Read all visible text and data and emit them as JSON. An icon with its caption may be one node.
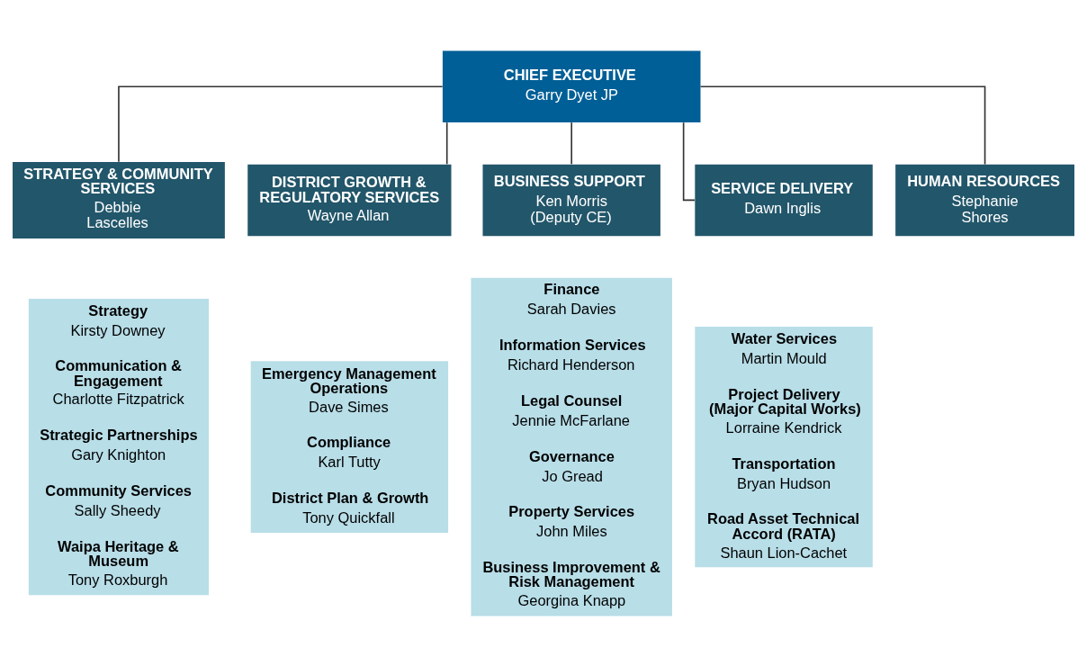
{
  "diagram": {
    "nodes": [
      {
        "text": [
          "CHIEF EXECUTIVE",
          "Garry Dyet JP"
        ]
      },
      {
        "text": [
          "STRATEGY & COMMUNITY SERVICES",
          "Debbie Lascelles"
        ]
      },
      {
        "text": [
          "Strategy",
          "Kirsty Downey",
          "Communication & Engagement",
          "Charlotte Fitzpatrick",
          "Strategic Partnerships",
          "Gary Knighton",
          "Community Services",
          "Sally Sheedy",
          "Waipa Heritage & Museum",
          "Tony Roxburgh"
        ]
      },
      {
        "text": [
          "DISTRICT GROWTH & REGULATORY SERVICES",
          "Wayne Allan"
        ]
      },
      {
        "text": [
          "Emergency Management Operations",
          "Dave Simes",
          "Compliance",
          "Karl Tutty",
          "District Plan & Growth",
          "Tony Quickfall"
        ]
      },
      {
        "text": [
          "BUSINESS SUPPORT",
          "Ken Morris (Deputy CE)"
        ]
      },
      {
        "text": [
          "Finance",
          "Sarah Davies",
          "Information Services",
          "Richard Henderson",
          "Legal Counsel",
          "Jennie McFarlane",
          "Governance",
          "Jo Gread",
          "Property Services",
          "John Miles",
          "Business Improvement & Risk Management",
          "Georgina Knapp"
        ]
      },
      {
        "text": [
          "SERVICE DELIVERY",
          "Dawn Inglis"
        ]
      },
      {
        "text": [
          "Water Services",
          "Martin Mould",
          "Project Delivery (Major Capital Works)",
          "Lorraine Kendrick",
          "Transportation",
          "Bryan Hudson",
          "Road Asset Technical Accord (RATA)",
          "Shaun Lion-Cachet"
        ]
      },
      {
        "text": [
          "HUMAN RESOURCES",
          "Stephanie Shores"
        ]
      }
    ],
    "edges": [
      {
        "from": 0,
        "to": 1,
        "arrow": "none"
      },
      {
        "from": 0,
        "to": 3,
        "arrow": "none"
      },
      {
        "from": 0,
        "to": 5,
        "arrow": "none"
      },
      {
        "from": 0,
        "to": 7,
        "arrow": "none"
      },
      {
        "from": 0,
        "to": 9,
        "arrow": "none"
      }
    ]
  }
}
